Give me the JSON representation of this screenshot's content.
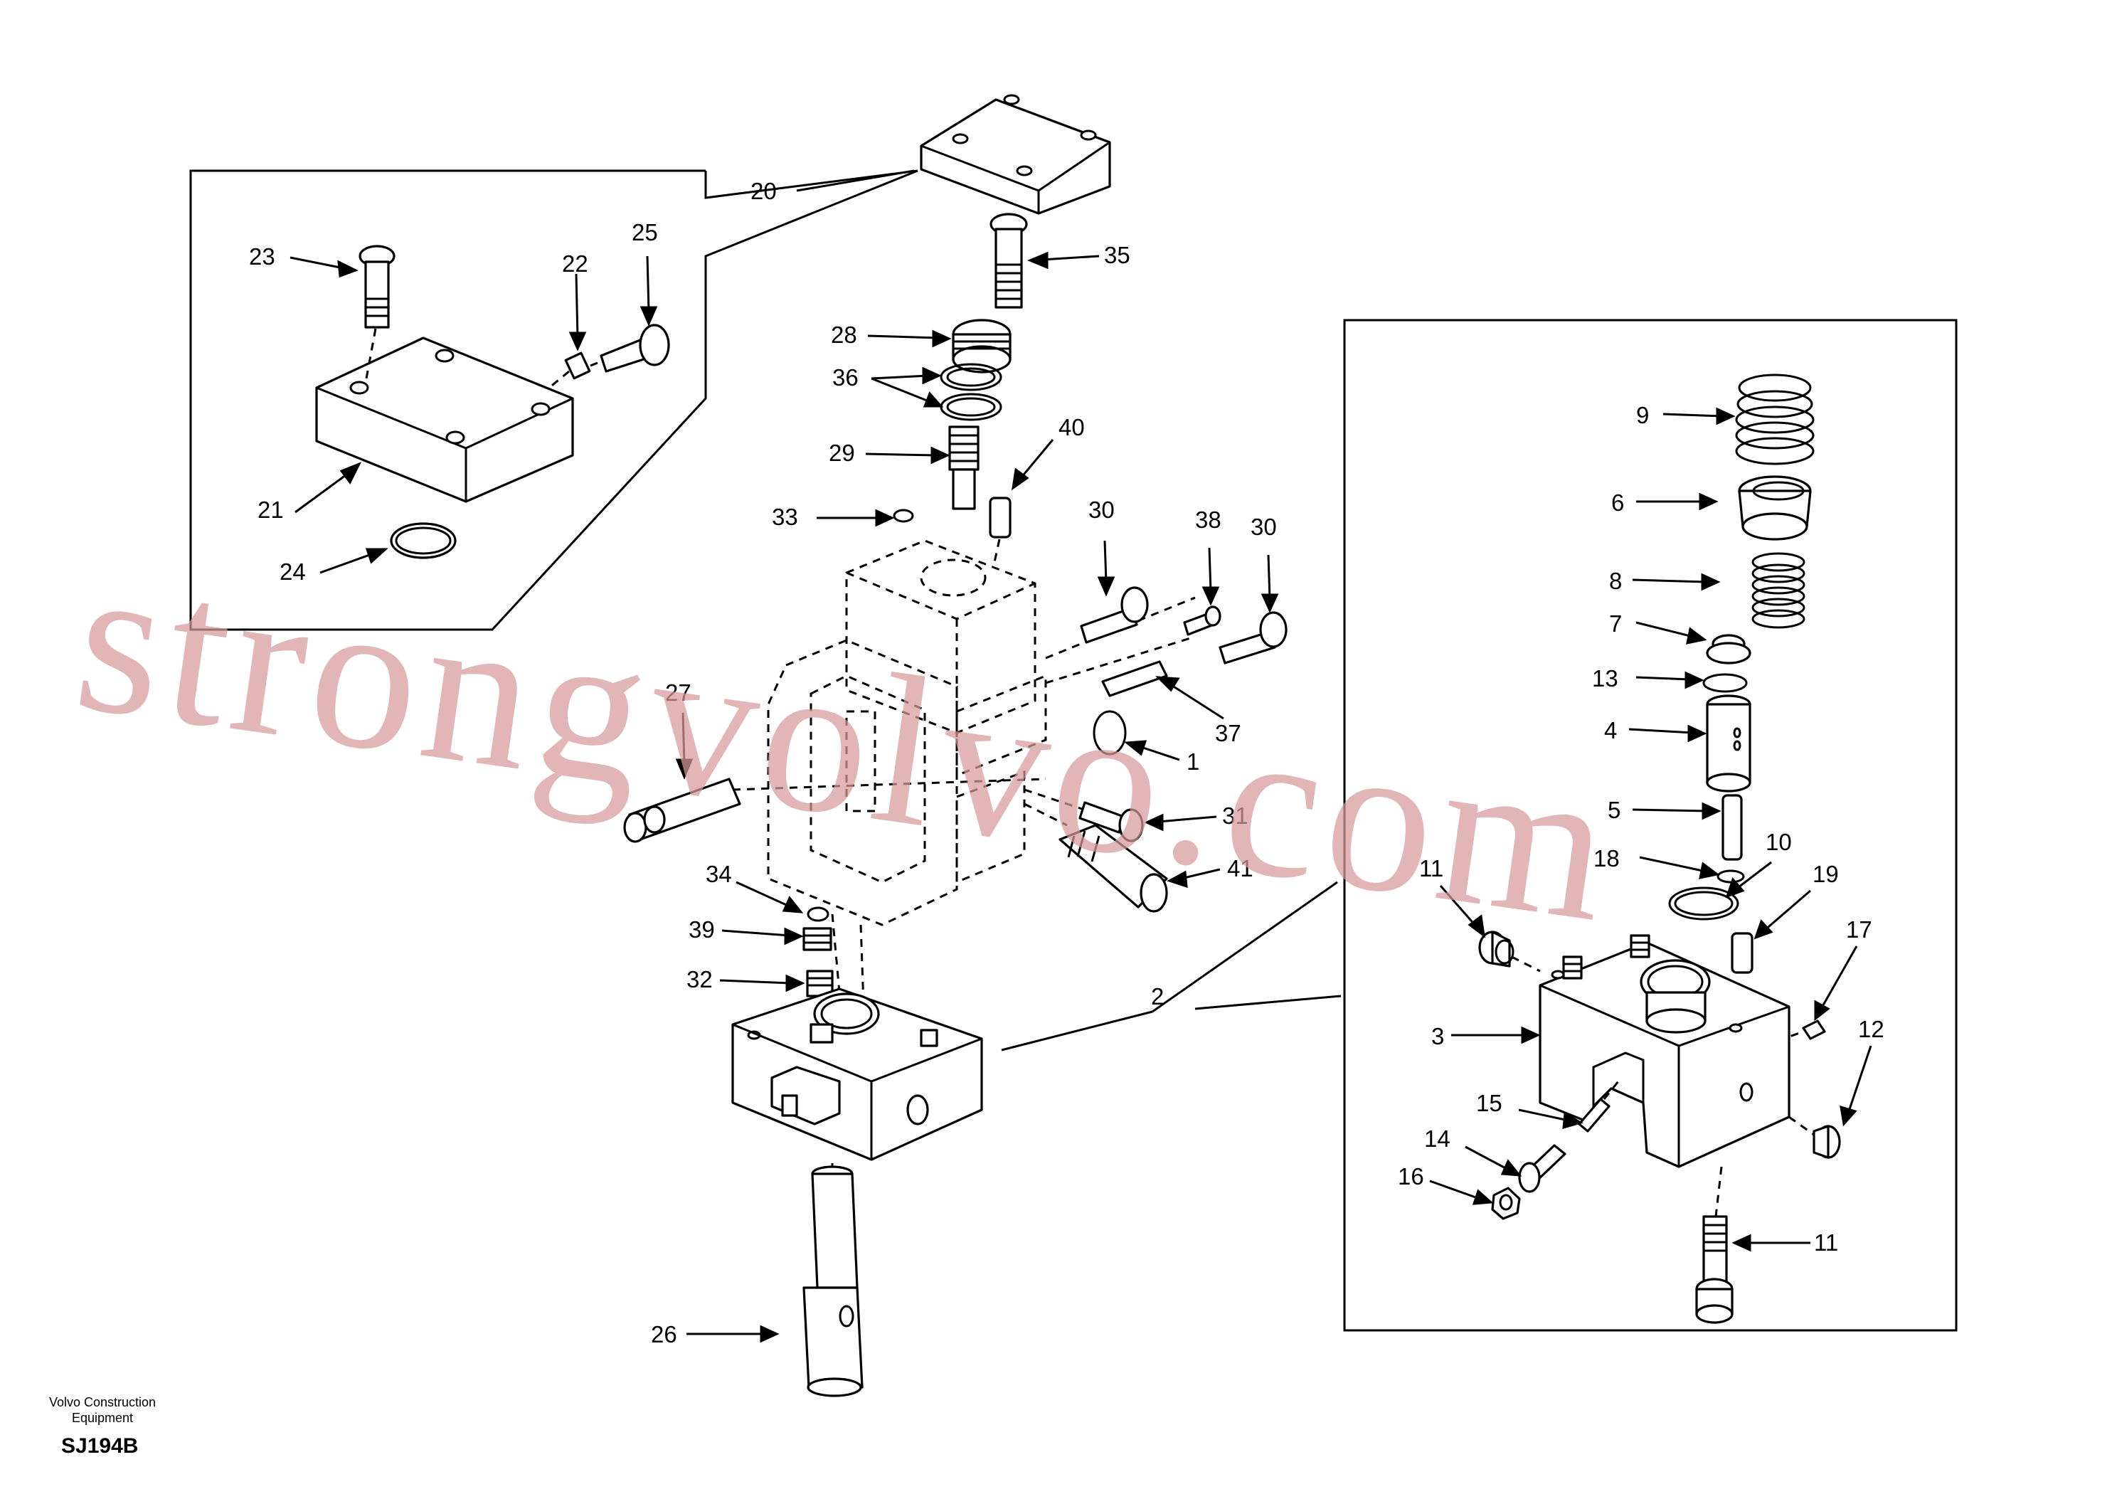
{
  "labels": {
    "p1": "1",
    "p2": "2",
    "p3": "3",
    "p4": "4",
    "p5": "5",
    "p6": "6",
    "p7": "7",
    "p8": "8",
    "p9": "9",
    "p10": "10",
    "p11a": "11",
    "p11b": "11",
    "p12": "12",
    "p13": "13",
    "p14": "14",
    "p15": "15",
    "p16": "16",
    "p17": "17",
    "p18": "18",
    "p19": "19",
    "p20": "20",
    "p21": "21",
    "p22": "22",
    "p23": "23",
    "p24": "24",
    "p25": "25",
    "p26": "26",
    "p27": "27",
    "p28": "28",
    "p29": "29",
    "p30a": "30",
    "p30b": "30",
    "p31": "31",
    "p32": "32",
    "p33": "33",
    "p34": "34",
    "p35": "35",
    "p36": "36",
    "p37": "37",
    "p38": "38",
    "p39": "39",
    "p40": "40",
    "p41": "41"
  },
  "watermark": "strongvolvo.com",
  "footer": {
    "publisher": "Volvo Construction Equipment",
    "code": "SJ194B"
  }
}
